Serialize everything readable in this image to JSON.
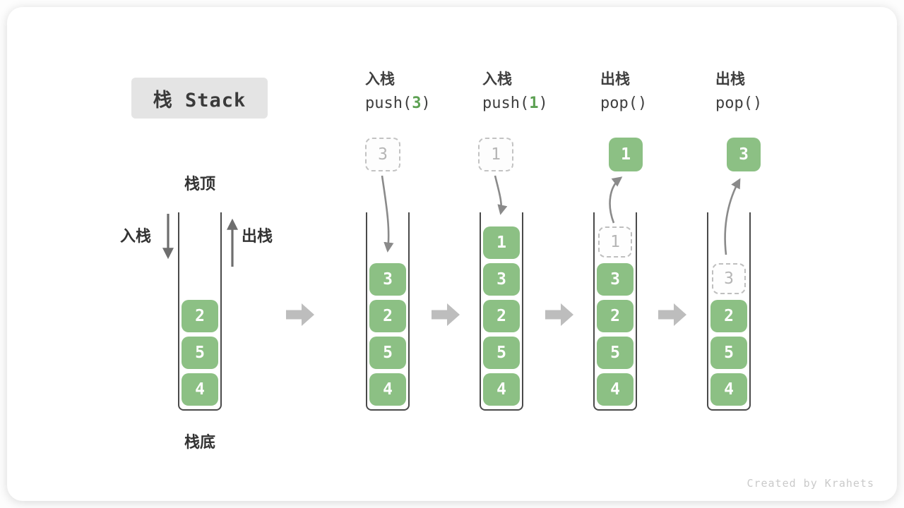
{
  "title": "栈 Stack",
  "labels": {
    "stack_top": "栈顶",
    "stack_bottom": "栈底",
    "push_side": "入栈",
    "pop_side": "出栈"
  },
  "ops": [
    {
      "name": "入栈",
      "call_prefix": "push(",
      "call_arg": "3",
      "call_suffix": ")"
    },
    {
      "name": "入栈",
      "call_prefix": "push(",
      "call_arg": "1",
      "call_suffix": ")"
    },
    {
      "name": "出栈",
      "call_prefix": "pop(",
      "call_arg": "",
      "call_suffix": ")"
    },
    {
      "name": "出栈",
      "call_prefix": "pop(",
      "call_arg": "",
      "call_suffix": ")"
    }
  ],
  "floating_boxes": [
    {
      "value": "3",
      "style": "dashed"
    },
    {
      "value": "1",
      "style": "dashed"
    },
    {
      "value": "1",
      "style": "solid"
    },
    {
      "value": "3",
      "style": "solid"
    }
  ],
  "stacks": [
    {
      "cells": [
        {
          "value": "2"
        },
        {
          "value": "5"
        },
        {
          "value": "4"
        }
      ]
    },
    {
      "cells": [
        {
          "value": "3"
        },
        {
          "value": "2"
        },
        {
          "value": "5"
        },
        {
          "value": "4"
        }
      ]
    },
    {
      "cells": [
        {
          "value": "1"
        },
        {
          "value": "3"
        },
        {
          "value": "2"
        },
        {
          "value": "5"
        },
        {
          "value": "4"
        }
      ]
    },
    {
      "cells": [
        {
          "value": "1",
          "ghost": true
        },
        {
          "value": "3"
        },
        {
          "value": "2"
        },
        {
          "value": "5"
        },
        {
          "value": "4"
        }
      ]
    },
    {
      "cells": [
        {
          "value": "3",
          "ghost": true
        },
        {
          "value": "2"
        },
        {
          "value": "5"
        },
        {
          "value": "4"
        }
      ]
    }
  ],
  "watermark": "Created by Krahets",
  "colors": {
    "cell_green": "#8CC084",
    "code_green": "#5CA052",
    "thin_arrow_gray": "#8a8a8a",
    "block_arrow_gray": "#bdbdbd",
    "ghost_gray": "#b5b5b5",
    "frame_dark": "#4a4a4a",
    "title_bg": "#e4e4e4"
  }
}
